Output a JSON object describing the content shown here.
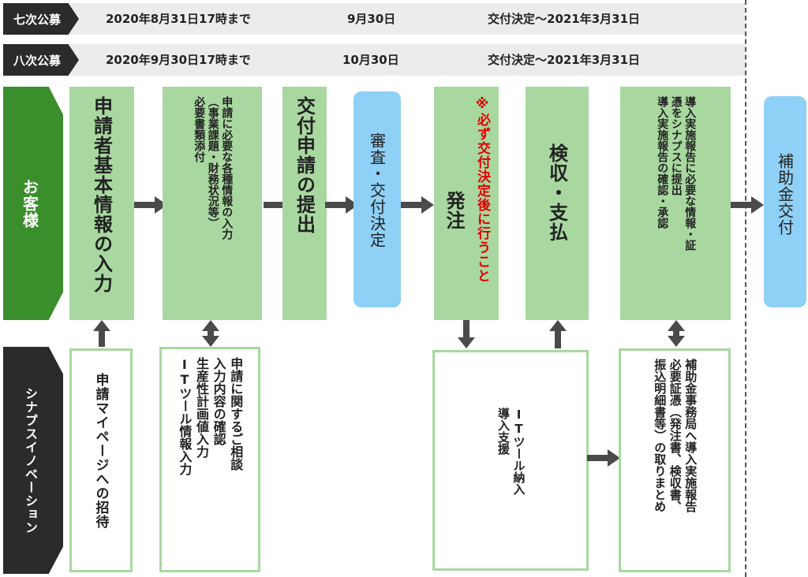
{
  "schedule": [
    {
      "label": "七次公募",
      "deadline": "2020年8月31日17時まで",
      "decision": "9月30日",
      "period": "交付決定〜2021年3月31日"
    },
    {
      "label": "八次公募",
      "deadline": "2020年9月30日17時まで",
      "decision": "10月30日",
      "period": "交付決定〜2021年3月31日"
    }
  ],
  "lanes": {
    "customer": "お客様",
    "synaps": "シナプスイノベーション"
  },
  "customer_steps": {
    "s1": "申請者基本情報の入力",
    "s2": [
      "申請に必要な各種情報の入力",
      "（事業課題・財務状況等）",
      "必要書類添付"
    ],
    "s3": "交付申請の提出",
    "s4": "審査・交付決定",
    "s5_note": "※必ず交付決定後に行うこと",
    "s5": "発注",
    "s6": "検収・支払",
    "s7": [
      "導入実施報告に必要な情報・証",
      "憑をシナプスに提出",
      "導入実施報告の確認・承認"
    ],
    "s8": "補助金交付"
  },
  "synaps_steps": {
    "a1": "申請マイページへの招待",
    "a2": [
      "申請に関するご相談",
      "入力内容の確認",
      "生産性計画値入力",
      "ITツール情報入力"
    ],
    "a3": [
      "ITツール納入",
      "導入支援"
    ],
    "a4": [
      "補助金事務局へ導入実施報告",
      "必要証憑（発注書、検収書、",
      "振込明細書等）の取りまとめ"
    ]
  },
  "colors": {
    "green_box": "#a8d8a0",
    "blue_box": "#8fd0f6",
    "customer_lane": "#3b8e2c",
    "synaps_lane": "#2b2b2b",
    "note_red": "#e00000"
  }
}
